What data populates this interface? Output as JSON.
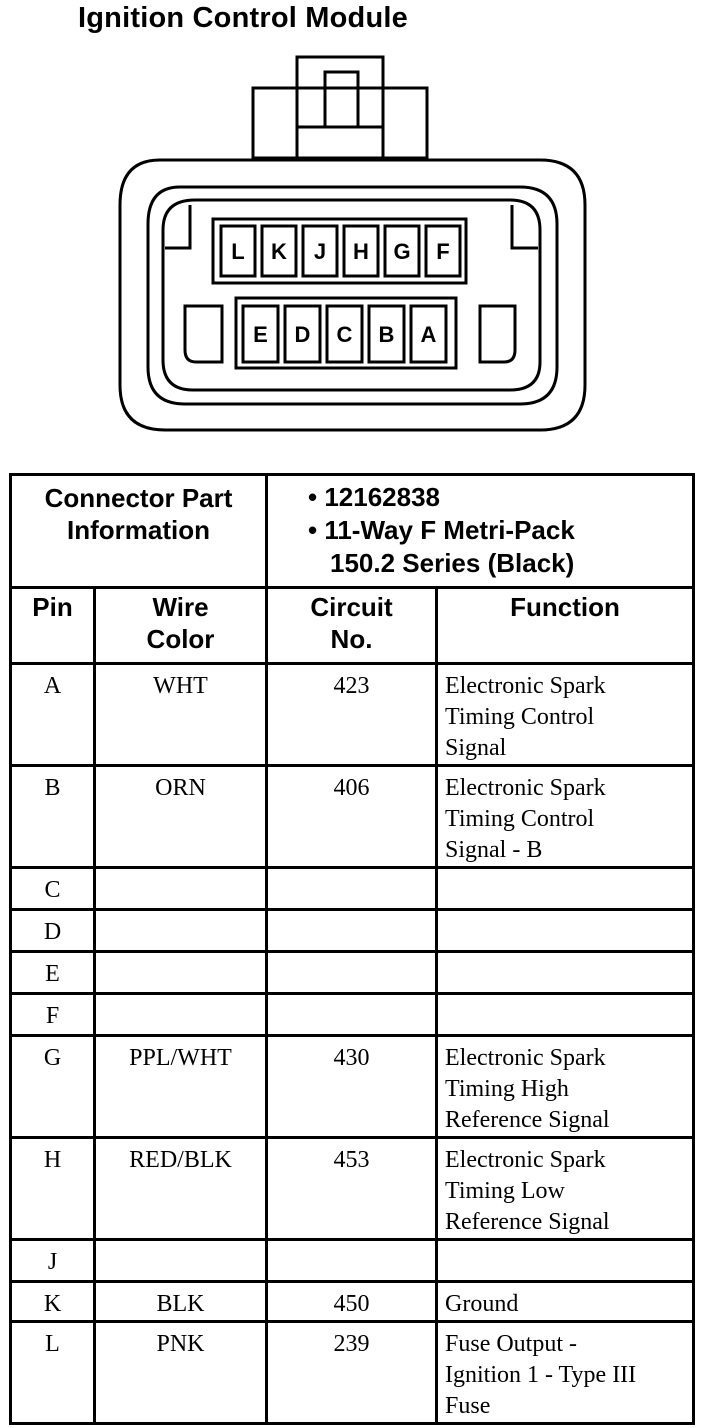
{
  "title": "Ignition Control Module",
  "connector": {
    "top_row": [
      "L",
      "K",
      "J",
      "H",
      "G",
      "F"
    ],
    "bottom_row": [
      "E",
      "D",
      "C",
      "B",
      "A"
    ]
  },
  "info": {
    "label_line1": "Connector Part",
    "label_line2": "Information",
    "part_number": "• 12162838",
    "desc_line1": "• 11-Way F Metri-Pack",
    "desc_line2": "150.2 Series (Black)"
  },
  "columns": {
    "pin": "Pin",
    "wire_color_1": "Wire",
    "wire_color_2": "Color",
    "circuit_1": "Circuit",
    "circuit_2": "No.",
    "function": "Function"
  },
  "rows": [
    {
      "pin": "A",
      "color": "WHT",
      "circuit": "423",
      "function": "Electronic Spark\nTiming Control\nSignal"
    },
    {
      "pin": "B",
      "color": "ORN",
      "circuit": "406",
      "function": "Electronic Spark\nTiming Control\nSignal - B"
    },
    {
      "pin": "C",
      "color": "",
      "circuit": "",
      "function": ""
    },
    {
      "pin": "D",
      "color": "",
      "circuit": "",
      "function": ""
    },
    {
      "pin": "E",
      "color": "",
      "circuit": "",
      "function": ""
    },
    {
      "pin": "F",
      "color": "",
      "circuit": "",
      "function": ""
    },
    {
      "pin": "G",
      "color": "PPL/WHT",
      "circuit": "430",
      "function": "Electronic Spark\nTiming High\nReference Signal"
    },
    {
      "pin": "H",
      "color": "RED/BLK",
      "circuit": "453",
      "function": "Electronic Spark\nTiming Low\nReference Signal"
    },
    {
      "pin": "J",
      "color": "",
      "circuit": "",
      "function": ""
    },
    {
      "pin": "K",
      "color": "BLK",
      "circuit": "450",
      "function": "Ground"
    },
    {
      "pin": "L",
      "color": "PNK",
      "circuit": "239",
      "function": "Fuse Output -\nIgnition 1 - Type III\nFuse"
    }
  ]
}
